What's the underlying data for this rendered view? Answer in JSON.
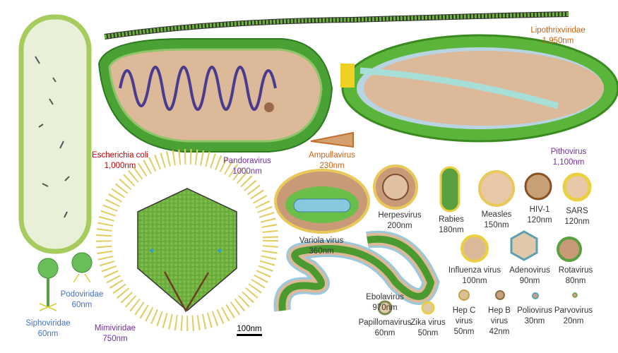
{
  "colors": {
    "red": "#c00000",
    "purple": "#7030a0",
    "orange": "#d0600e",
    "blue": "#4472c4",
    "text": "#333333"
  },
  "organisms": {
    "lipothrixviridae": {
      "name": "Lipothrixviridae",
      "size": "1,950nm"
    },
    "ecoli": {
      "name": "Escherichia coli",
      "size": "1,000nm"
    },
    "pandoravirus": {
      "name": "Pandoravirus",
      "size": "1000nm"
    },
    "ampullavirus": {
      "name": "Ampullavirus",
      "size": "230nm"
    },
    "pithovirus": {
      "name": "Pithovirus",
      "size": "1,100nm"
    },
    "variola": {
      "name": "Variola virus",
      "size": "360nm"
    },
    "herpesvirus": {
      "name": "Herpesvirus",
      "size": "200nm"
    },
    "rabies": {
      "name": "Rabies",
      "size": "180nm"
    },
    "measles": {
      "name": "Measles",
      "size": "150nm"
    },
    "hiv": {
      "name": "HIV-1",
      "size": "120nm"
    },
    "sars": {
      "name": "SARS",
      "size": "120nm"
    },
    "influenza": {
      "name": "Influenza virus",
      "size": "100nm"
    },
    "adenovirus": {
      "name": "Adenovirus",
      "size": "90nm"
    },
    "rotavirus": {
      "name": "Rotavirus",
      "size": "80nm"
    },
    "ebolavirus": {
      "name": "Ebolavirus",
      "size": "970nm"
    },
    "papillomavirus": {
      "name": "Papillomavirus",
      "size": "60nm"
    },
    "zika": {
      "name": "Zika virus",
      "size": "50nm"
    },
    "hepc": {
      "name1": "Hep C",
      "name2": "virus",
      "size": "50nm"
    },
    "hepb": {
      "name1": "Hep B",
      "name2": "virus",
      "size": "42nm"
    },
    "poliovirus": {
      "name": "Poliovirus",
      "size": "30nm"
    },
    "parvovirus": {
      "name": "Parvovirus",
      "size": "20nm"
    },
    "siphoviridae": {
      "name": "Siphoviridae",
      "size": "60nm"
    },
    "podoviridae": {
      "name": "Podoviridae",
      "size": "60nm"
    },
    "mimiviridae": {
      "name": "Mimiviridae",
      "size": "750nm"
    }
  },
  "scale_bar": {
    "label": "100nm"
  }
}
